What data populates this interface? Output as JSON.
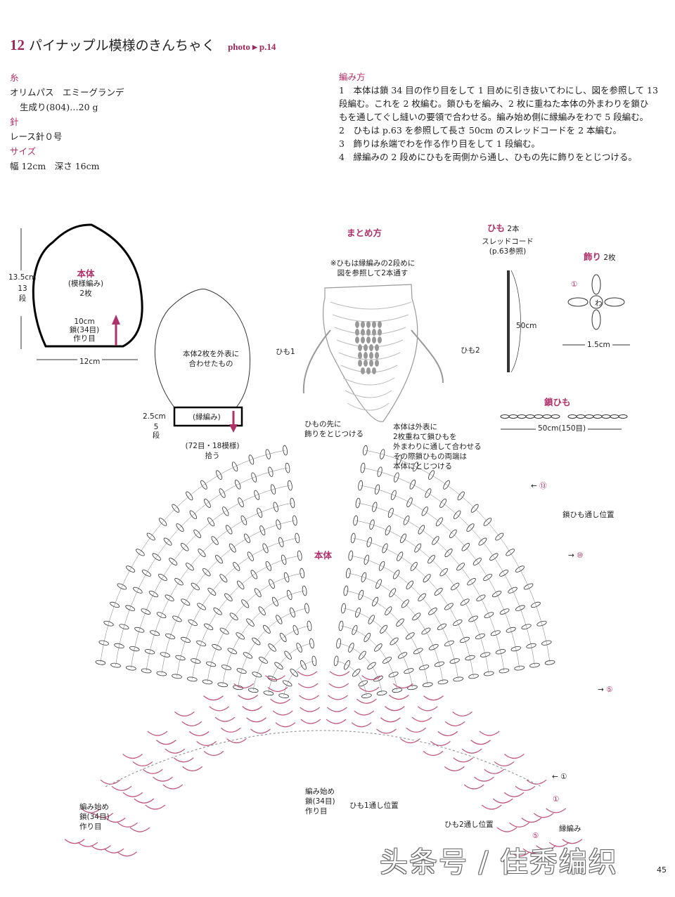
{
  "header": {
    "number": "12",
    "title": "パイナップル模様のきんちゃく",
    "photo_ref": "photo ▸ p.14"
  },
  "materials": {
    "yarn_heading": "糸",
    "yarn_line1": "オリムパス　エミーグランデ",
    "yarn_line2": "生成り(804)…20 g",
    "needle_heading": "針",
    "needle": "レース針０号",
    "size_heading": "サイズ",
    "size": "幅 12cm　深さ 16cm"
  },
  "instructions": {
    "heading": "編み方",
    "steps": [
      "1　本体は鎖 34 目の作り目をして 1 目めに引き抜いてわにし、図を参照して 13",
      "段編む。これを 2 枚編む。鎖ひもを編み、2 枚に重ねた本体の外まわりを鎖ひ",
      "もを通してぐし縫いの要領で合わせる。編み始め側に縁編みをわで 5 段編む。",
      "2　ひもは p.63 を参照して長さ 50cm のスレッドコードを 2 本編む。",
      "3　飾りは糸端でわを作る作り目をして 1 段編む。",
      "4　縁編みの 2 段めにひもを両側から通し、ひもの先に飾りをとじつける。"
    ]
  },
  "body_diagram": {
    "title": "本体",
    "sub1": "(模様編み)",
    "sub2": "2枚",
    "height": "13.5cm",
    "rows": "13段",
    "base1": "10cm",
    "base2": "鎖(34目)",
    "base3": "作り目",
    "width": "12cm"
  },
  "joined_diagram": {
    "label1": "本体2枚を外表に",
    "label2": "合わせたもの",
    "border": "(縁編み)",
    "height": "2.5cm",
    "rows": "5段",
    "pickup1": "(72目・18模様)",
    "pickup2": "拾う"
  },
  "assembly": {
    "title": "まとめ方",
    "note1": "※ひもは縁編みの2段めに",
    "note2": "図を参照して2本通す",
    "cord1": "ひも1",
    "cord2": "ひも2",
    "tip1": "ひもの先に",
    "tip2": "飾りをとじつける",
    "body1": "本体は外表に",
    "body2": "2枚重ねて鎖ひもを",
    "body3": "外まわりに通して合わせる",
    "body4": "その際鎖ひもの両端は",
    "body5": "本体にとじつける"
  },
  "cord": {
    "title": "ひも",
    "count": "2本",
    "type": "スレッドコード",
    "ref": "(p.63参照)",
    "length": "50cm"
  },
  "ornament": {
    "title": "飾り",
    "count": "2枚",
    "row": "①",
    "ring": "わ",
    "width": "1.5cm"
  },
  "chain_cord": {
    "title": "鎖ひも",
    "length": "50cm(150目)"
  },
  "chart": {
    "title": "本体",
    "chain_pos": "鎖ひも通し位置",
    "rows": [
      "⑬",
      "⑩",
      "⑤",
      "①"
    ],
    "border_rows": [
      "①",
      "⑤"
    ],
    "border_label": "縁編み",
    "start_left1": "編み始め",
    "start_left2": "鎖(34目)",
    "start_left3": "作り目",
    "start_mid1": "編み始め",
    "start_mid2": "鎖(34目)",
    "start_mid3": "作り目",
    "cord1_pos": "ひも1通し位置",
    "cord2_pos": "ひも2通し位置"
  },
  "colors": {
    "accent": "#b0306a",
    "line": "#333333",
    "border_pink": "#c0507a"
  },
  "watermark": "头条号 / 佳秀编织",
  "page_number": "45"
}
